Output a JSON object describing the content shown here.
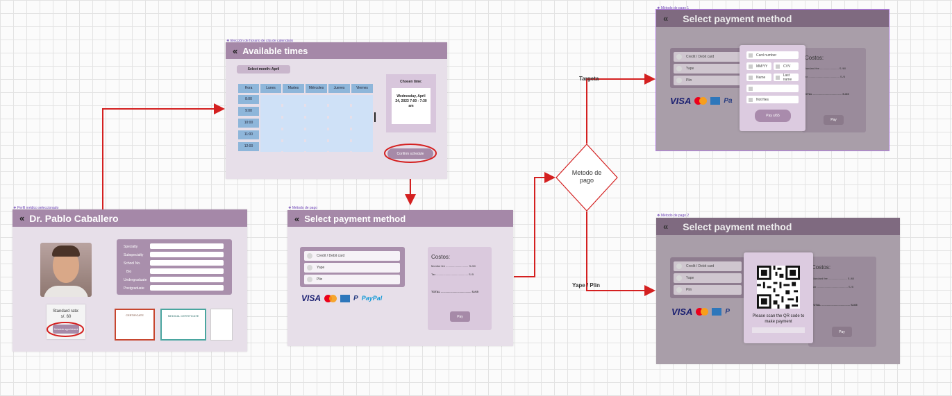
{
  "frames": {
    "profile": {
      "label": "❖ Perfil médico seleccionado",
      "title": "Dr. Pablo Caballero",
      "fields": [
        "Specialty",
        "Subspecialty",
        "School No.",
        "Bio",
        "Undergraduate",
        "Postgraduate"
      ],
      "rate_label": "Standard rate:",
      "rate_value": "s/. 60",
      "rate_button": "Schedule appointment",
      "certificates": [
        "CERTIFICATE",
        "MEDICAL CERTIFICATE",
        ""
      ]
    },
    "times": {
      "label": "❖ Elección de horario de cita de calendario",
      "title": "Available times",
      "month_button": "Select month: April",
      "days": [
        "Hora",
        "Lunes",
        "Martes",
        "Miércoles",
        "Jueves",
        "Viernes"
      ],
      "hours": [
        "8:00",
        "9:00",
        "10:00",
        "11:00",
        "12:00"
      ],
      "chosen_label": "Chosen time:",
      "chosen_value": "Wednesday, April 24, 2023 7:00 - 7:30 am",
      "confirm": "Confirm schedule"
    },
    "payment_main": {
      "label": "❖ Método de pago",
      "title": "Select payment method",
      "methods": [
        "Credit / Debit card",
        "Yape",
        "Plin"
      ],
      "costs_title": "Costos:",
      "cost_lines": [
        "Monitor fee ............................. S./60",
        "Tax ......................................... S./5",
        "TOTAL ....................................... S./65"
      ],
      "pay": "Pay",
      "brands": {
        "visa": "VISA",
        "paypal": "PayPal"
      }
    },
    "payment_card": {
      "label": "❖ Método de pago 1",
      "title": "Select payment method",
      "methods": [
        "Credit / Debit card",
        "Yape",
        "Plin"
      ],
      "card_fields": [
        "Card number",
        "MM/YY",
        "CVV",
        "Name",
        "Last name",
        "",
        "Not files"
      ],
      "pay_card": "Pay s/65",
      "costs_title": "Costos:",
      "cost_lines": [
        "Standard fee ........................ S./60",
        "Tax ........................................ S./5",
        "TOTAL ..................................... S./65"
      ],
      "pay": "Pay",
      "brands": {
        "visa": "VISA",
        "paypal": "Pa"
      }
    },
    "payment_qr": {
      "label": "❖ Método de pago 2",
      "title": "Select payment method",
      "methods": [
        "Credit / Debit card",
        "Yape",
        "Plin"
      ],
      "qr_text": "Please scan the QR code to make payment",
      "costs_title": "Costos:",
      "cost_lines": [
        "Standard fee ........................ S./60",
        "Tax ........................................ S./5",
        "TOTAL ..................................... S./65"
      ],
      "pay": "Pay",
      "brands": {
        "visa": "VISA"
      }
    }
  },
  "flow": {
    "decision": "Metodo de pago",
    "branch_card": "Targeta",
    "branch_wallet": "Yape / Plin"
  },
  "colors": {
    "arrow": "#d42020",
    "header": "#a588a8",
    "frame_bg": "#e7dfe9"
  }
}
